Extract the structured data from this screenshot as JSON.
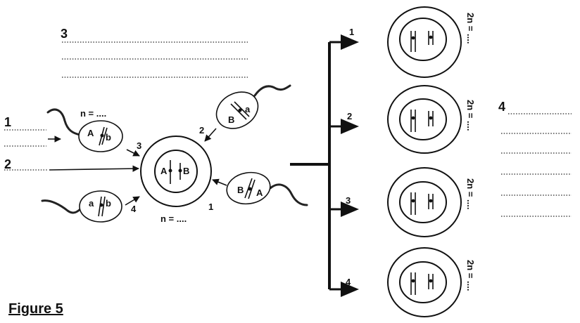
{
  "figure": {
    "caption": "Figure 5",
    "label_3_top": "3",
    "label_1_left": "1",
    "label_2_left": "2",
    "label_4_right": "4"
  },
  "gametes": {
    "sperm_top_left": {
      "alleles": [
        "A",
        "b"
      ],
      "n_label": "n = ....",
      "arrow_num": "3"
    },
    "sperm_bottom_left": {
      "alleles": [
        "a",
        "b"
      ],
      "arrow_num": "4"
    },
    "sperm_top_right": {
      "alleles": [
        "B",
        "a"
      ],
      "arrow_num": "2"
    },
    "sperm_right": {
      "alleles": [
        "B",
        "A"
      ],
      "arrow_num": "1"
    }
  },
  "egg": {
    "alleles": [
      "A",
      "B"
    ],
    "n_label": "n = ...."
  },
  "branches": [
    {
      "num": "1",
      "ploidy": "2n = ...."
    },
    {
      "num": "2",
      "ploidy": "2n = ...."
    },
    {
      "num": "3",
      "ploidy": "2n = ...."
    },
    {
      "num": "4",
      "ploidy": "2n = ...."
    }
  ]
}
